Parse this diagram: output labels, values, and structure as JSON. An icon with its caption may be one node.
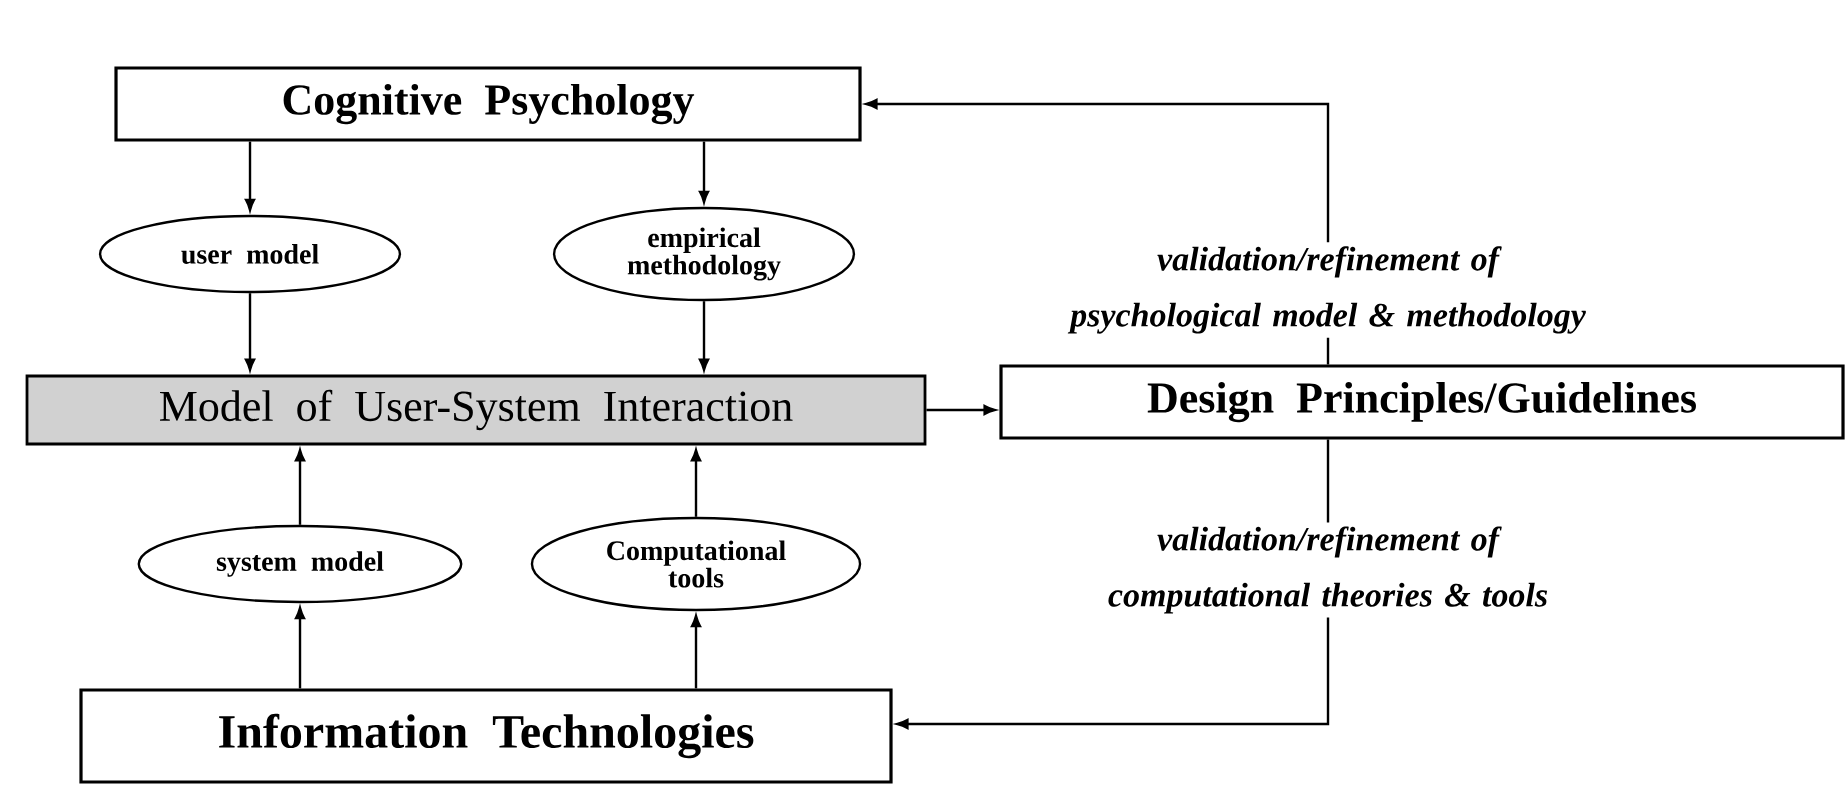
{
  "diagram": {
    "nodes": [
      {
        "text": [
          "Cognitive Psychology"
        ]
      },
      {
        "text": [
          "user model"
        ]
      },
      {
        "text": [
          "empirical methodology"
        ]
      },
      {
        "text": [
          "Model of User-System Interaction"
        ]
      },
      {
        "text": [
          "system model"
        ]
      },
      {
        "text": [
          "Computational tools"
        ]
      },
      {
        "text": [
          "Information Technologies"
        ]
      },
      {
        "text": [
          "Design Principles/Guidelines"
        ]
      }
    ],
    "edges": [
      {
        "from": 0,
        "to": 1,
        "arrow": "to"
      },
      {
        "from": 0,
        "to": 2,
        "arrow": "to"
      },
      {
        "from": 1,
        "to": 3,
        "arrow": "to"
      },
      {
        "from": 2,
        "to": 3,
        "arrow": "to"
      },
      {
        "from": 4,
        "to": 3,
        "arrow": "to"
      },
      {
        "from": 5,
        "to": 3,
        "arrow": "to"
      },
      {
        "from": 6,
        "to": 4,
        "arrow": "to"
      },
      {
        "from": 6,
        "to": 5,
        "arrow": "to"
      },
      {
        "from": 3,
        "to": 7,
        "arrow": "to"
      },
      {
        "from": 7,
        "to": 0,
        "arrow": "to",
        "label": "validation/refinement of psychological model & methodology"
      },
      {
        "from": 7,
        "to": 6,
        "arrow": "to",
        "label": "validation/refinement of computational theories & tools"
      }
    ]
  }
}
